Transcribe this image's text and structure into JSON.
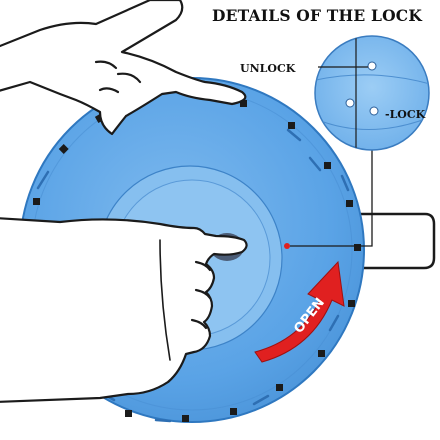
{
  "title": "DETAILS OF THE LOCK",
  "labels": {
    "unlock": "UNLOCK",
    "lock": "-LOCK",
    "open": "OPEN"
  },
  "colors": {
    "lid_blue": "#5aa3e6",
    "lid_light": "#8cc4f2",
    "outline": "#1b1b1b",
    "accent_red": "#e02020"
  },
  "icons": [
    "hand-pointing-icon",
    "hand-gripping-icon",
    "open-arrow-icon",
    "lock-detail-magnifier-icon"
  ]
}
